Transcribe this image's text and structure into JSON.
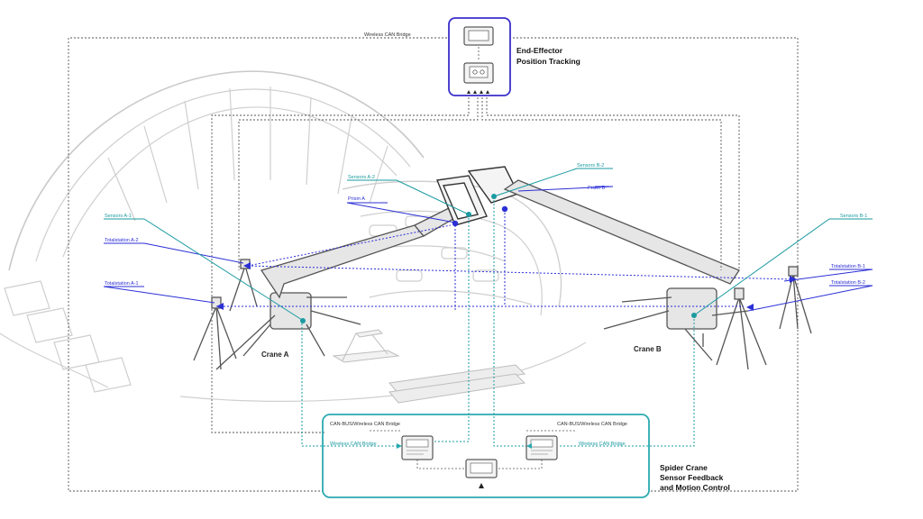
{
  "colors": {
    "blue": "#2b2fd6",
    "teal": "#1a9aa0",
    "dotted_gray": "#555555",
    "structure": "#d8d8d8",
    "box_purple": "#3a2fc9",
    "box_teal": "#2aaab0"
  },
  "top_box": {
    "title_line1": "End-Effector",
    "title_line2": "Position Tracking",
    "bridge_label": "Wireless CAN Bridge",
    "icons": [
      "monitor-icon",
      "controller-icon"
    ]
  },
  "bottom_box": {
    "title_line1": "Spider Crane",
    "title_line2": "Sensor Feedback",
    "title_line3": "and Motion Control",
    "bridge_left": "CAN-BUS/Wireless CAN Bridge",
    "bridge_right": "CAN-BUS/Wireless CAN Bridge",
    "wireless_left": "Wireless CAN Bridge",
    "wireless_right": "Wireless CAN Bridge",
    "icons": [
      "controller-a-icon",
      "controller-b-icon",
      "monitor-icon"
    ]
  },
  "cranes": {
    "a": "Crane A",
    "b": "Crane B"
  },
  "labels": {
    "sensors_a1": "Sensors A-1",
    "totalstation_a2": "Totalstation A-2",
    "totalstation_a1": "Totalstation A-1",
    "sensors_a2": "Sensors A-2",
    "prism_a": "Prism A",
    "sensors_b2": "Sensors B-2",
    "prism_b": "Prism B",
    "sensors_b1": "Sensors B-1",
    "totalstation_b1": "Totalstation B-1",
    "totalstation_b2": "Totalstation B-2"
  }
}
